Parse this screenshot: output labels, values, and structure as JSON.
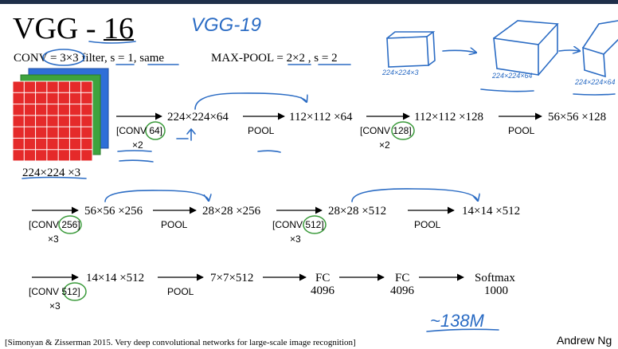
{
  "title": {
    "prefix": "VGG - ",
    "number": "16"
  },
  "config": {
    "conv": "CONV = 3×3 filter, s = 1, same",
    "maxpool": "MAX-POOL = 2×2 , s = 2"
  },
  "input": {
    "dims": "224×224 ×3"
  },
  "row1": {
    "conv1_label": "[CONV 64]",
    "conv1_mult": "×2",
    "vol1": "224×224×64",
    "pool1": "POOL",
    "vol2": "112×112 ×64",
    "conv2_label": "[CONV 128]",
    "conv2_mult": "×2",
    "vol3": "112×112 ×128",
    "pool2": "POOL",
    "vol4": "56×56 ×128"
  },
  "row2": {
    "conv3_label": "[CONV 256]",
    "conv3_mult": "×3",
    "vol5": "56×56 ×256",
    "pool3": "POOL",
    "vol6": "28×28 ×256",
    "conv4_label": "[CONV 512]",
    "conv4_mult": "×3",
    "vol7": "28×28 ×512",
    "pool4": "POOL",
    "vol8": "14×14 ×512"
  },
  "row3": {
    "conv5_label": "[CONV 512]",
    "conv5_mult": "×3",
    "vol9": "14×14 ×512",
    "pool5": "POOL",
    "vol10": "7×7×512",
    "fc1": "FC",
    "fc1_units": "4096",
    "fc2": "FC",
    "fc2_units": "4096",
    "softmax": "Softmax",
    "softmax_units": "1000"
  },
  "handwritten": {
    "vgg19": "VGG-19",
    "dims_a": "224×224×3",
    "dims_b": "224×224×64",
    "dims_c": "224×224×64",
    "params": "~138M"
  },
  "citation": "[Simonyan & Zisserman 2015. Very deep convolutional networks for large-scale image recognition]",
  "author": "Andrew Ng",
  "colors": {
    "red": "#e52a2a",
    "green": "#3ea33e",
    "blue": "#2f6fd8",
    "ink": "#2b6cc4",
    "circle": "#3a9a3a"
  }
}
